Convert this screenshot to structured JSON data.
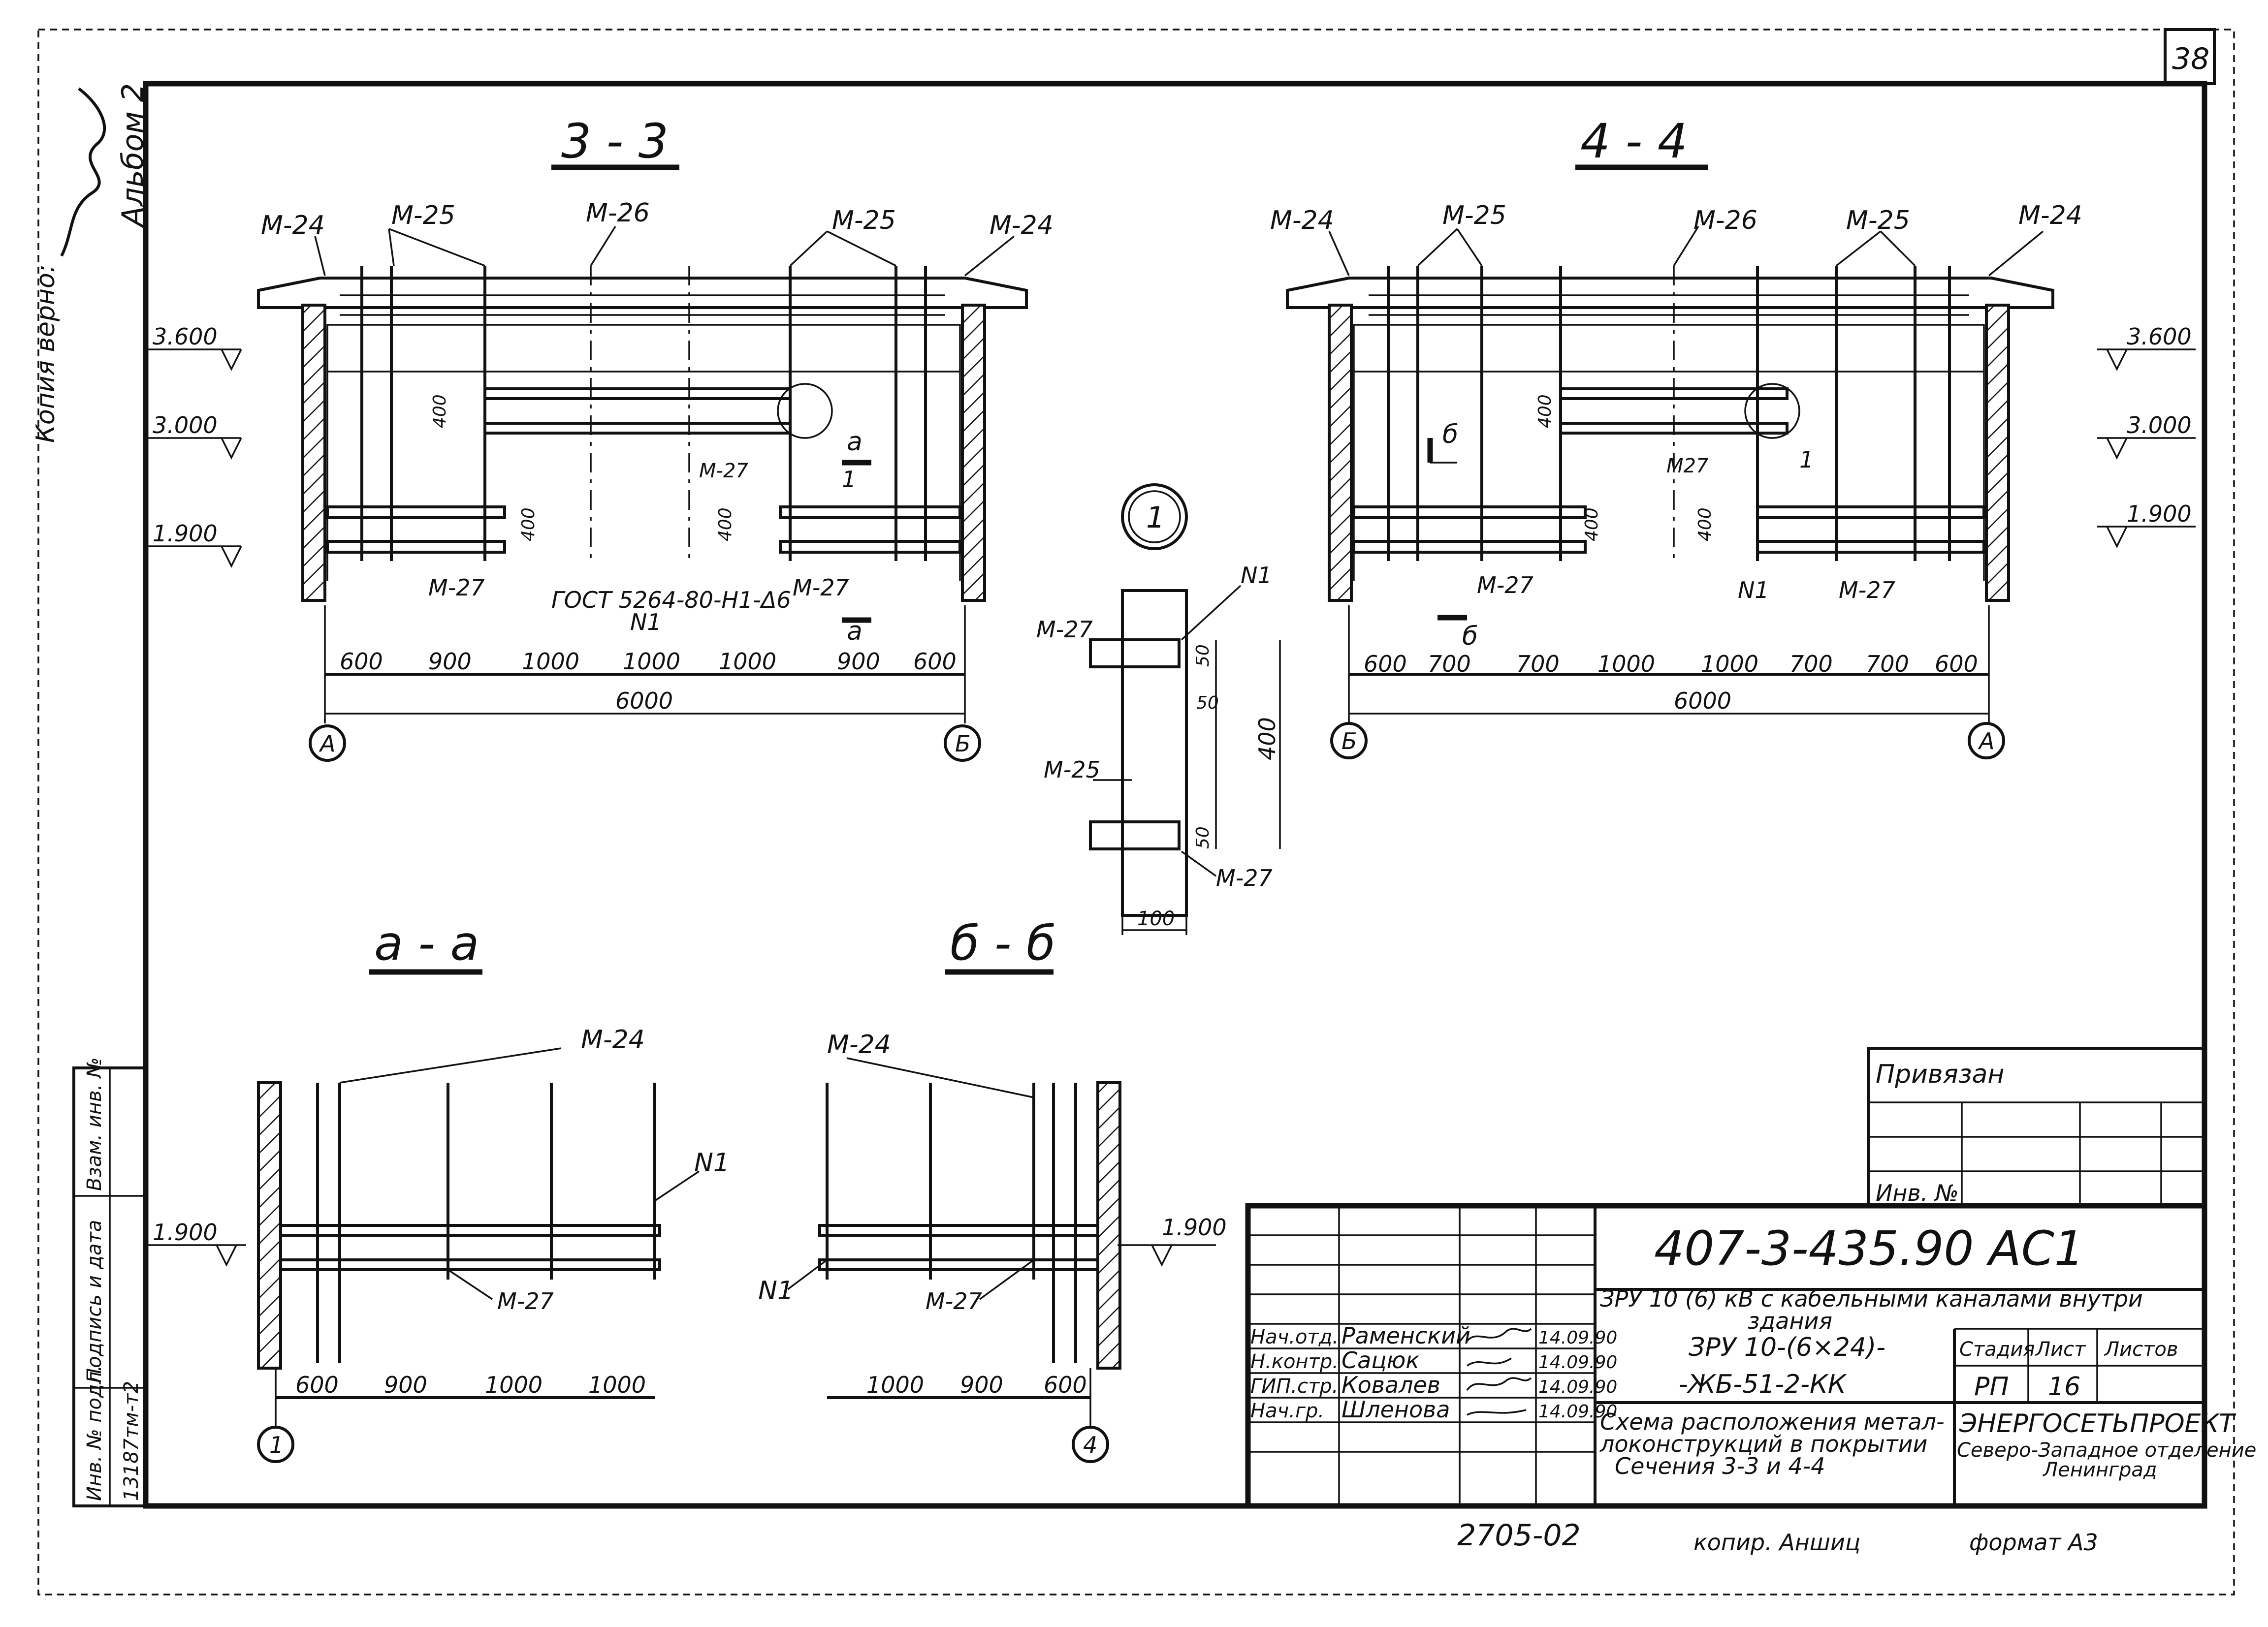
{
  "sheet": {
    "sheet_number": "38",
    "album": "Альбом 2",
    "copy_note": "Копия верно:",
    "bottom_code": "2705-02",
    "copier": "копир. Аншиц",
    "format": "формат А3"
  },
  "left_strip": {
    "inv_orig": "Инв. № подл.",
    "sign_date": "Подпись и дата",
    "replace_inv": "Взам. инв. №",
    "inv_value": "13187тм-т2"
  },
  "section_33": {
    "title": "3 - 3",
    "callouts": [
      "М-24",
      "М-25",
      "М-26",
      "М-25",
      "М-24"
    ],
    "levels": [
      "3.600",
      "3.000",
      "1.900"
    ],
    "dims": [
      "600",
      "900",
      "1000",
      "1000",
      "1000",
      "900",
      "600"
    ],
    "total": "6000",
    "axis_left": "А",
    "axis_right": "Б",
    "labels": {
      "m27_a": "М-27",
      "m27_b": "М-27",
      "m27_c": "М-27",
      "gost": "ГОСТ 5264-80-Н1-Δ6",
      "n1": "N1",
      "h400_a": "400",
      "h400_b": "400",
      "h400_c": "400",
      "cut_a": "а",
      "cut_a2": "а",
      "node": "1"
    }
  },
  "section_44": {
    "title": "4 - 4",
    "callouts": [
      "М-24",
      "М-25",
      "М-26",
      "М-25",
      "М-24"
    ],
    "levels": [
      "3.600",
      "3.000",
      "1.900"
    ],
    "dims": [
      "600",
      "700",
      "700",
      "1000",
      "1000",
      "700",
      "700",
      "600"
    ],
    "total": "6000",
    "axis_left": "Б",
    "axis_right": "А",
    "labels": {
      "m27_a": "М-27",
      "m27_b": "М27",
      "m27_c": "М-27",
      "n1": "N1",
      "h400_a": "400",
      "h400_b": "400",
      "h400_c": "400",
      "cut_b": "б",
      "cut_b2": "б",
      "node": "1"
    }
  },
  "node_1": {
    "id": "1",
    "m27_top": "М-27",
    "m25": "М-25",
    "m27_bottom": "М-27",
    "n1": "N1",
    "d50_a": "50",
    "d50_b": "50",
    "d50_c": "50",
    "d400": "400",
    "d100": "100"
  },
  "section_aa": {
    "title": "а - а",
    "m24": "М-24",
    "n1": "N1",
    "m27": "М-27",
    "level": "1.900",
    "dims": [
      "600",
      "900",
      "1000",
      "1000"
    ],
    "axis_left": "1"
  },
  "section_bb": {
    "title": "б - б",
    "m24": "М-24",
    "n1": "N1",
    "m27": "М-27",
    "level": "1.900",
    "dims": [
      "1000",
      "900",
      "600"
    ],
    "axis_right": "4"
  },
  "title_block": {
    "privyazan": "Привязан",
    "inv_no": "Инв. №",
    "code": "407-3-435.90 АС1",
    "project_line1": "ЗРУ 10 (6) кВ с кабельными каналами внутри",
    "project_line2": "здания",
    "variant_line1": "ЗРУ 10-(6×24)-",
    "variant_line2": "-ЖБ-51-2-КК",
    "drawing_line1": "Схема расположения метал-",
    "drawing_line2": "локонструкций в покрытии",
    "drawing_line3": "Сечения 3-3 и 4-4",
    "stage_h": "Стадия",
    "sheet_h": "Лист",
    "sheets_h": "Листов",
    "stage": "РП",
    "sheet_no": "16",
    "org1": "ЭНЕРГОСЕТЬПРОЕКТ",
    "org2": "Северо-Западное отделение",
    "org3": "Ленинград",
    "staff": [
      {
        "role": "Нач.отд.",
        "name": "Раменский",
        "date": "14.09.90"
      },
      {
        "role": "Н.контр.",
        "name": "Сацюк",
        "date": "14.09.90"
      },
      {
        "role": "ГИП.стр.",
        "name": "Ковалев",
        "date": "14.09.90"
      },
      {
        "role": "Нач.гр.",
        "name": "Шленова",
        "date": "14.09.90"
      }
    ]
  }
}
